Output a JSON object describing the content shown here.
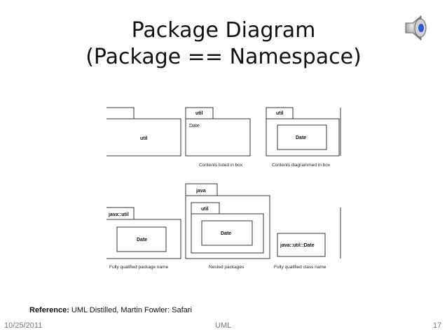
{
  "slide": {
    "title_line1": "Package Diagram",
    "title_line2": "(Package == Namespace)",
    "reference_label": "Reference:",
    "reference_text": "UML Distilled, Martin Fowler: Safari",
    "footer_date": "10/25/2011",
    "footer_center": "UML",
    "footer_page": "17"
  },
  "speaker_icon": "speaker-icon",
  "diagram": {
    "top_row": {
      "util_tab_label": "util",
      "util_listed_tab": "util",
      "util_listed_content": "Date",
      "util_listed_caption": "Contents listed in box",
      "util_diagram_tab": "util",
      "util_diagram_class": "Date",
      "util_diagram_caption": "Contents diagrammed in box"
    },
    "bottom_row": {
      "qualified_pkg_label": "java::util",
      "qualified_pkg_class": "Date",
      "qualified_pkg_caption": "Fully qualified package name",
      "nested_outer_tab": "java",
      "nested_inner_tab": "util",
      "nested_class": "Date",
      "nested_caption": "Nested packages",
      "qualified_class_label": "java::util::Date",
      "qualified_class_caption": "Fully qualified class name"
    }
  }
}
